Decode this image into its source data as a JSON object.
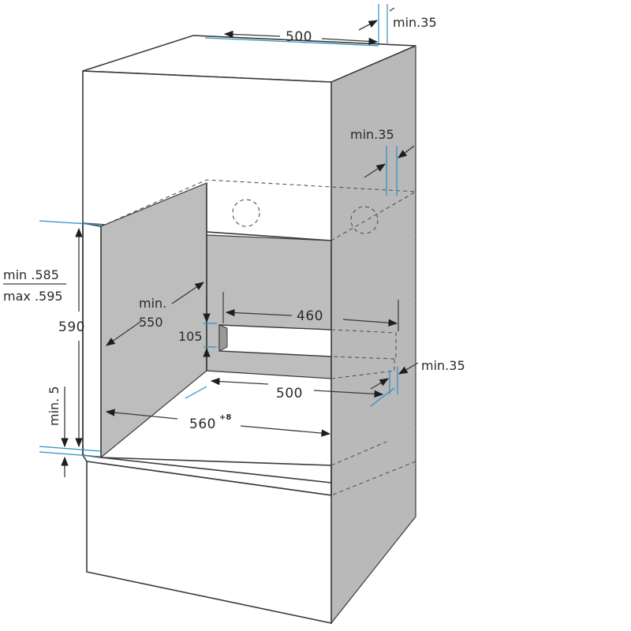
{
  "dimensions": {
    "top_depth": "500",
    "top_clearance": "min.35",
    "side_clearance": "min.35",
    "rear_clearance": "min.35",
    "niche_height_min": "min .585",
    "niche_height_max": "max .595",
    "oven_height": "590",
    "bottom_gap": "min. 5",
    "niche_depth_label_line1": "min.",
    "niche_depth_label_line2": "550",
    "vent_width": "460",
    "vent_height": "105",
    "floor_depth": "500",
    "niche_width": "560",
    "niche_width_tolerance": "+8"
  },
  "colors": {
    "panel_gray": "#b9b9b9",
    "leader_blue": "#2e8fc4",
    "line_dark": "#3a3a3a"
  }
}
